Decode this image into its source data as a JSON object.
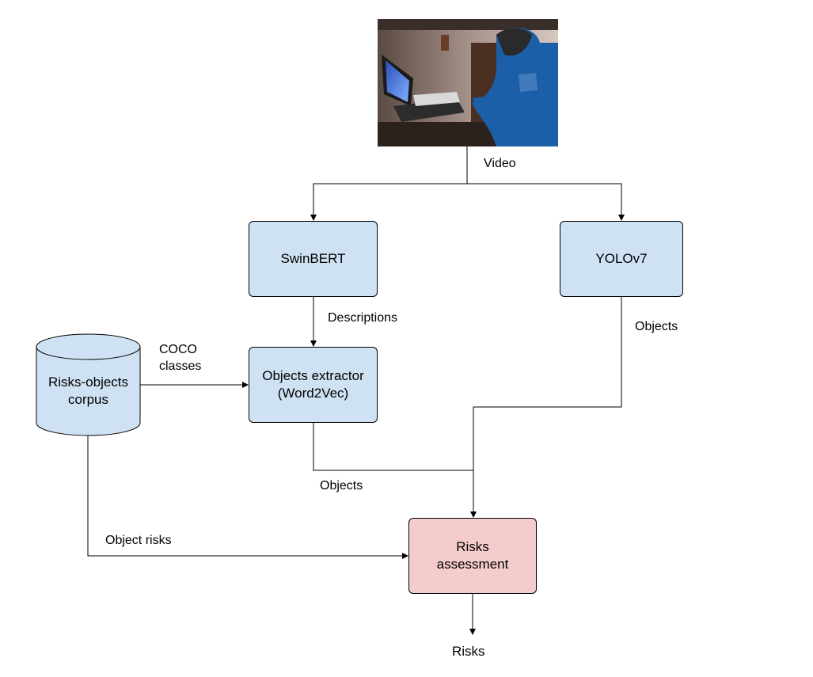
{
  "nodes": {
    "swinbert": "SwinBERT",
    "yolo": "YOLOv7",
    "extractor_line1": "Objects extractor",
    "extractor_line2": "(Word2Vec)",
    "corpus_line1": "Risks-objects",
    "corpus_line2": "corpus",
    "risks_line1": "Risks",
    "risks_line2": "assessment"
  },
  "edges": {
    "video": "Video",
    "descriptions": "Descriptions",
    "coco_line1": "COCO",
    "coco_line2": "classes",
    "objects_yolo": "Objects",
    "objects_extractor": "Objects",
    "object_risks": "Object risks",
    "risks_output": "Risks"
  },
  "colors": {
    "process_fill": "#cfe2f3",
    "risk_fill": "#f4cccc"
  }
}
